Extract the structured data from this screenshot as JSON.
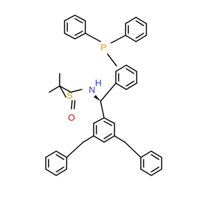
{
  "structure": {
    "atom_labels": {
      "phosphorus": "P",
      "nitrogen": "N",
      "hydrogen": "H",
      "sulfur": "S",
      "oxygen": "O"
    }
  },
  "colors": {
    "bond": "#000000",
    "phosphorus": "#ff8c00",
    "nitrogen": "#2f2fe6",
    "sulfur": "#c8a000",
    "oxygen": "#e00000"
  }
}
